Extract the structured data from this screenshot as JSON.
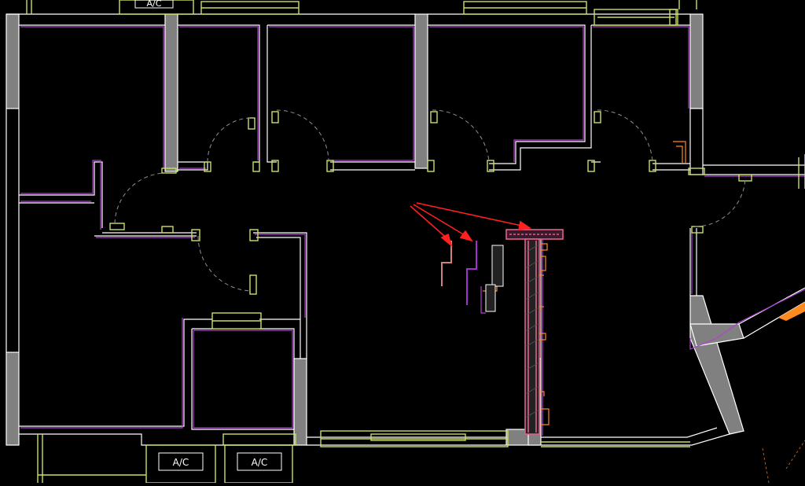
{
  "drawing": {
    "ac_labels": [
      "A/C",
      "A/C",
      "A/C"
    ]
  },
  "colors": {
    "background": "#000000",
    "wall_fill": "#808080",
    "wall_outline": "#ffffff",
    "finish_line": "#b040d0",
    "fixture_line": "#c8e060",
    "door_swing": "#909090",
    "pink_wall": "#e0608c",
    "orange_detail": "#ff8a1e",
    "annotation_arrow": "#ff2020"
  }
}
